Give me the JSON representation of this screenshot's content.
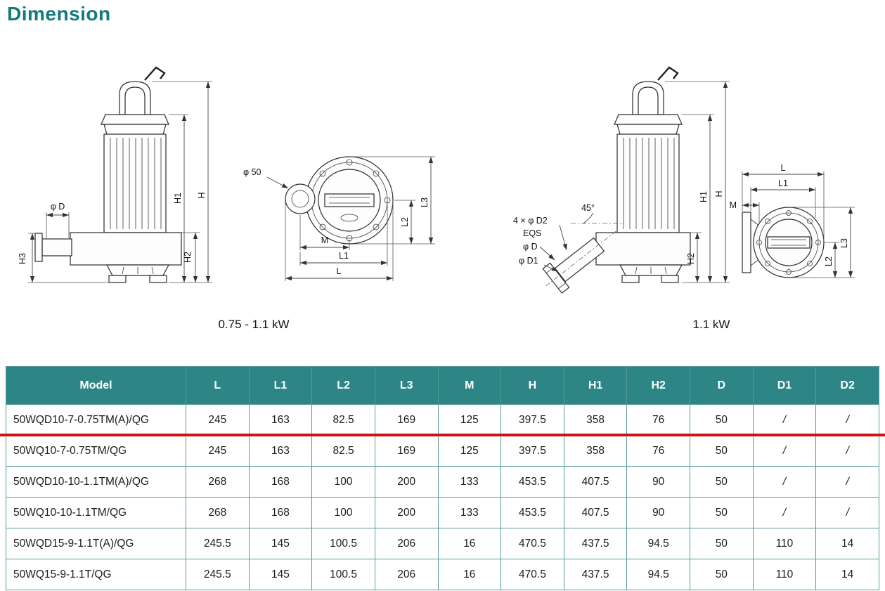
{
  "page": {
    "title": "Dimension"
  },
  "colors": {
    "accent": "#117a7a",
    "table_header_bg": "#2d8585",
    "table_border": "#57999a",
    "highlight_line": "#d01016"
  },
  "drawings": {
    "left_caption": "0.75 - 1.1 kW",
    "right_caption": "1.1 kW",
    "left_side": {
      "phi_d": "φ D",
      "h3": "H3",
      "h1": "H1",
      "h": "H",
      "h2": "H2"
    },
    "left_top": {
      "phi_50": "φ 50",
      "m": "M",
      "l1": "L1",
      "l": "L",
      "l2": "L2",
      "l3": "L3"
    },
    "right_side": {
      "bolt_note": "4 × φ D2",
      "eqs": "EQS",
      "phi_d": "φ D",
      "phi_d1": "φ D1",
      "angle": "45°",
      "h1": "H1",
      "h": "H",
      "h2": "H2"
    },
    "right_top": {
      "l": "L",
      "l1": "L1",
      "m": "M",
      "l2": "L2",
      "l3": "L3"
    }
  },
  "table": {
    "headers": [
      "Model",
      "L",
      "L1",
      "L2",
      "L3",
      "M",
      "H",
      "H1",
      "H2",
      "D",
      "D1",
      "D2"
    ],
    "rows": [
      {
        "model": "50WQD10-7-0.75TM(A)/QG",
        "values": [
          "245",
          "163",
          "82.5",
          "169",
          "125",
          "397.5",
          "358",
          "76",
          "50",
          "/",
          "/"
        ]
      },
      {
        "model": "50WQ10-7-0.75TM/QG",
        "values": [
          "245",
          "163",
          "82.5",
          "169",
          "125",
          "397.5",
          "358",
          "76",
          "50",
          "/",
          "/"
        ]
      },
      {
        "model": "50WQD10-10-1.1TM(A)/QG",
        "values": [
          "268",
          "168",
          "100",
          "200",
          "133",
          "453.5",
          "407.5",
          "90",
          "50",
          "/",
          "/"
        ]
      },
      {
        "model": "50WQ10-10-1.1TM/QG",
        "values": [
          "268",
          "168",
          "100",
          "200",
          "133",
          "453.5",
          "407.5",
          "90",
          "50",
          "/",
          "/"
        ]
      },
      {
        "model": "50WQD15-9-1.1T(A)/QG",
        "values": [
          "245.5",
          "145",
          "100.5",
          "206",
          "16",
          "470.5",
          "437.5",
          "94.5",
          "50",
          "110",
          "14"
        ]
      },
      {
        "model": "50WQ15-9-1.1T/QG",
        "values": [
          "245.5",
          "145",
          "100.5",
          "206",
          "16",
          "470.5",
          "437.5",
          "94.5",
          "50",
          "110",
          "14"
        ]
      }
    ],
    "underline_after_row": 0
  }
}
